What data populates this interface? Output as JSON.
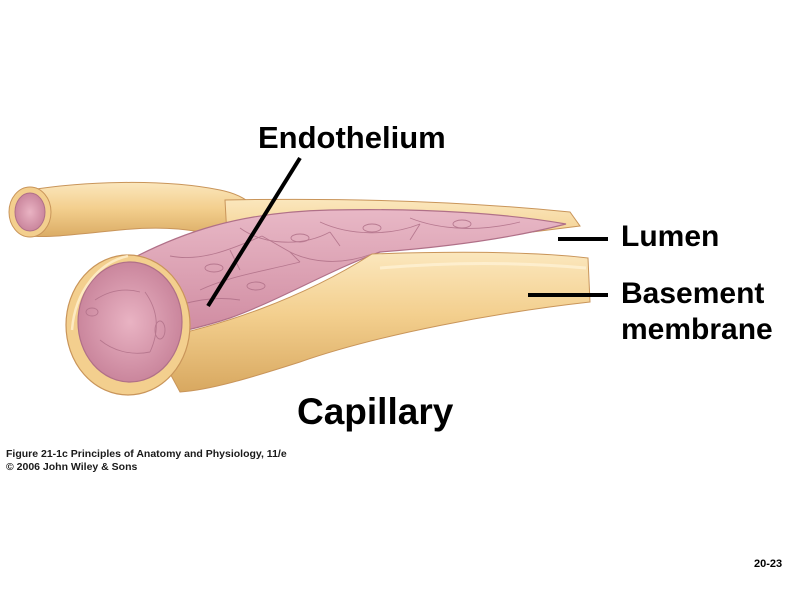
{
  "labels": {
    "endothelium": "Endothelium",
    "lumen": "Lumen",
    "basement_membrane_line1": "Basement",
    "basement_membrane_line2": "membrane"
  },
  "title": "Capillary",
  "credit": {
    "line1": "Figure 21-1c  Principles of Anatomy and Physiology, 11/e",
    "line2": "© 2006 John Wiley & Sons"
  },
  "page_number": "20-23",
  "colors": {
    "vessel_outer": "#f3cf8e",
    "vessel_outer_highlight": "#fbe7bd",
    "vessel_outer_shadow": "#d8a860",
    "endothelium": "#d99aae",
    "endothelium_light": "#e8b8c6",
    "cell_border": "#b07088",
    "leader_line": "#000000"
  }
}
